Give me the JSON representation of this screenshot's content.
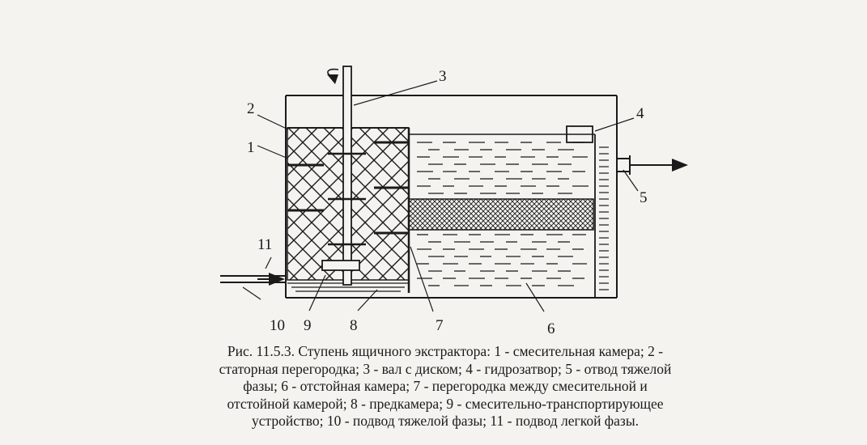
{
  "diagram": {
    "labels": {
      "l1": "1",
      "l2": "2",
      "l3": "3",
      "l4": "4",
      "l5": "5",
      "l6": "6",
      "l7": "7",
      "l8": "8",
      "l9": "9",
      "l10": "10",
      "l11": "11"
    }
  },
  "caption": {
    "lines": [
      "Рис. 11.5.3. Ступень ящичного экстрактора: 1 - смесительная камера; 2 -",
      "статорная перегородка; 3 - вал с диском; 4 - гидрозатвор; 5 - отвод тяжелой",
      "фазы; 6 - отстойная камера; 7 - перегородка между смесительной и",
      "отстойной камерой; 8 - предкамера; 9 - смесительно-транспортирующее",
      "устройство; 10 - подвод тяжелой фазы; 11 - подвод легкой фазы."
    ]
  },
  "colors": {
    "ink": "#1a1a1a",
    "paper": "#f4f3ef"
  }
}
